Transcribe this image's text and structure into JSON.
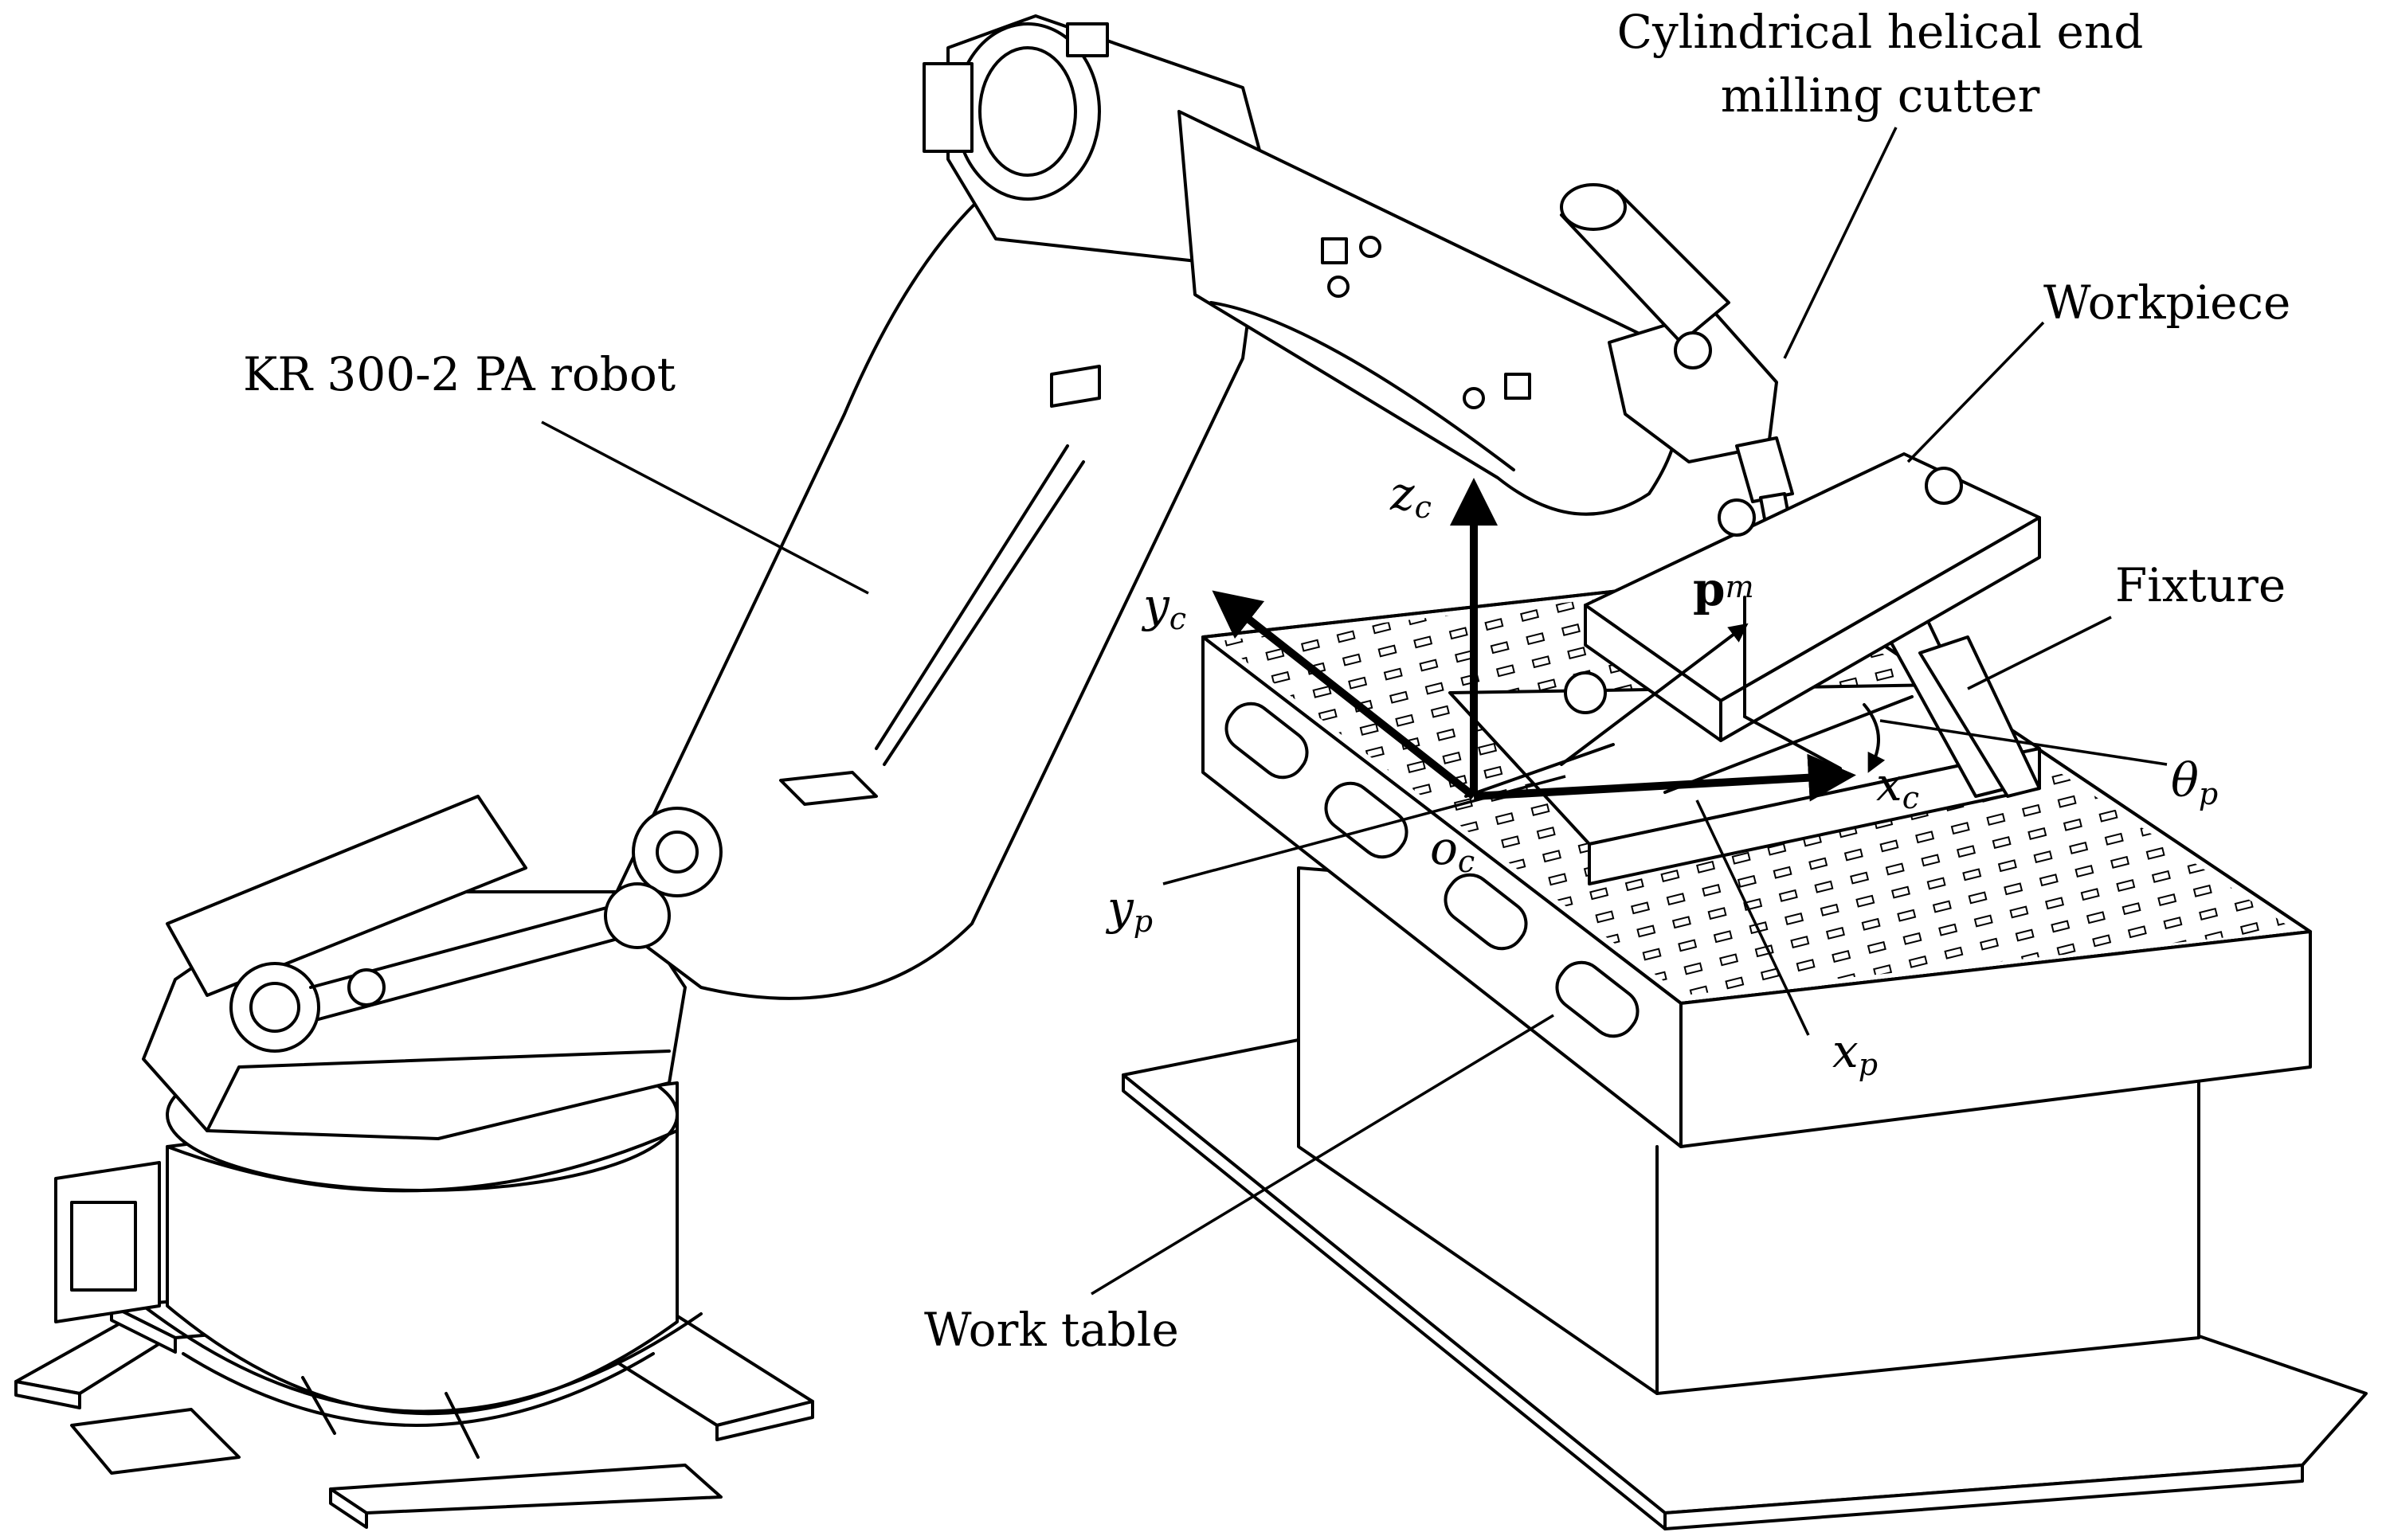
{
  "labels": {
    "cutter_line1": "Cylindrical helical end",
    "cutter_line2": "milling cutter",
    "robot": "KR 300-2 PA robot",
    "workpiece": "Workpiece",
    "fixture": "Fixture",
    "work_table": "Work table"
  },
  "symbols": {
    "zc": {
      "base": "z",
      "sub": "c"
    },
    "yc": {
      "base": "y",
      "sub": "c"
    },
    "xc": {
      "base": "x",
      "sub": "c"
    },
    "oc": {
      "base": "o",
      "sub": "c"
    },
    "yp": {
      "base": "y",
      "sub": "p"
    },
    "xp": {
      "base": "x",
      "sub": "p"
    },
    "pm": {
      "base": "p",
      "sub": "m"
    },
    "theta_p": {
      "base": "θ",
      "sub": "p"
    }
  }
}
